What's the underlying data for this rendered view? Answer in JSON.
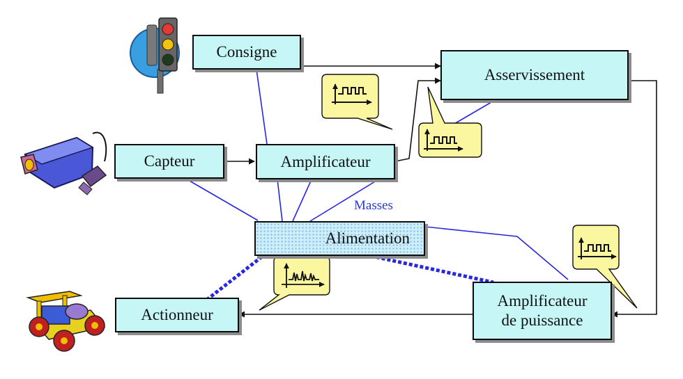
{
  "blocks": {
    "consigne": "Consigne",
    "asservissement": "Asservissement",
    "capteur": "Capteur",
    "amplificateur": "Amplificateur",
    "alimentation": "Alimentation",
    "actionneur": "Actionneur",
    "ampli_puissance_line1": "Amplificateur",
    "ampli_puissance_line2": "de puissance"
  },
  "labels": {
    "masses": "Masses"
  },
  "colors": {
    "box_fill": "#c6f7f6",
    "arrow": "#111111",
    "ground_line": "#2727e0",
    "callout_fill": "#fbf6a0",
    "masses_text": "#2b3ad6"
  },
  "icons": [
    "traffic-light-icon",
    "camera-icon",
    "toy-car-icon",
    "pulse-signal-icon",
    "noisy-signal-icon"
  ]
}
